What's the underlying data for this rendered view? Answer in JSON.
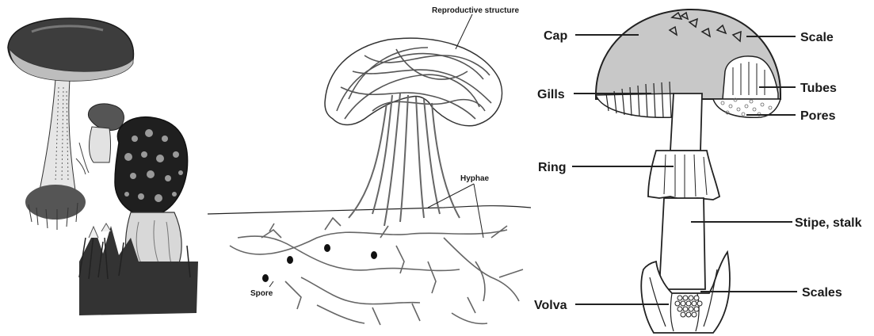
{
  "panels": {
    "illustration": {},
    "mycelium": {
      "labels": {
        "reproductive": "Reproductive structure",
        "hyphae": "Hyphae",
        "spore": "Spore"
      }
    },
    "anatomy": {
      "labels": {
        "cap": "Cap",
        "scale": "Scale",
        "gills": "Gills",
        "tubes": "Tubes",
        "pores": "Pores",
        "ring": "Ring",
        "stipe": "Stipe, stalk",
        "volva": "Volva",
        "scales": "Scales"
      }
    }
  },
  "colors": {
    "ink": "#1a1a1a",
    "cap_fill": "#c8c8c8"
  }
}
